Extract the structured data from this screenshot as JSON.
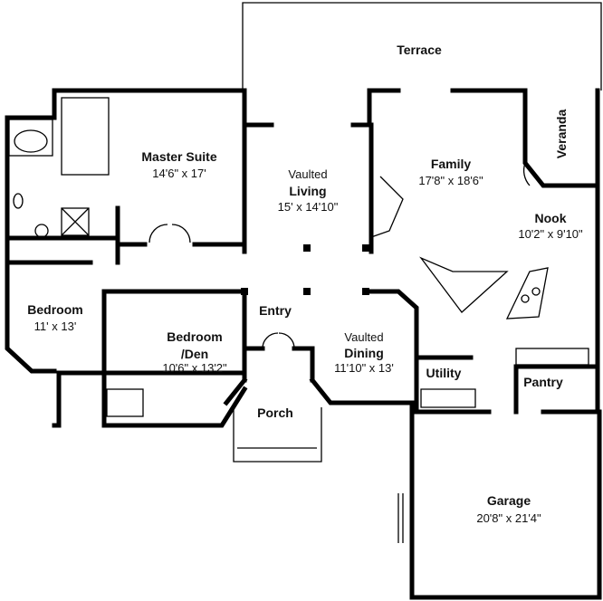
{
  "rooms": {
    "terrace": {
      "name": "Terrace"
    },
    "master_suite": {
      "name": "Master Suite",
      "size": "14'6\" x 17'"
    },
    "living": {
      "prefix": "Vaulted",
      "name": "Living",
      "size": "15' x 14'10\""
    },
    "family": {
      "name": "Family",
      "size": "17'8\" x 18'6\""
    },
    "veranda": {
      "name": "Veranda"
    },
    "nook": {
      "name": "Nook",
      "size": "10'2\" x 9'10\""
    },
    "bedroom": {
      "name": "Bedroom",
      "size": "11' x 13'"
    },
    "entry": {
      "name": "Entry"
    },
    "bedroom_den": {
      "name": "Bedroom",
      "name2": "/Den",
      "size": "10'6\" x 13'2\""
    },
    "dining": {
      "prefix": "Vaulted",
      "name": "Dining",
      "size": "11'10\" x 13'"
    },
    "utility": {
      "name": "Utility"
    },
    "pantry": {
      "name": "Pantry"
    },
    "porch": {
      "name": "Porch"
    },
    "garage": {
      "name": "Garage",
      "size": "20'8\" x 21'4\""
    }
  }
}
